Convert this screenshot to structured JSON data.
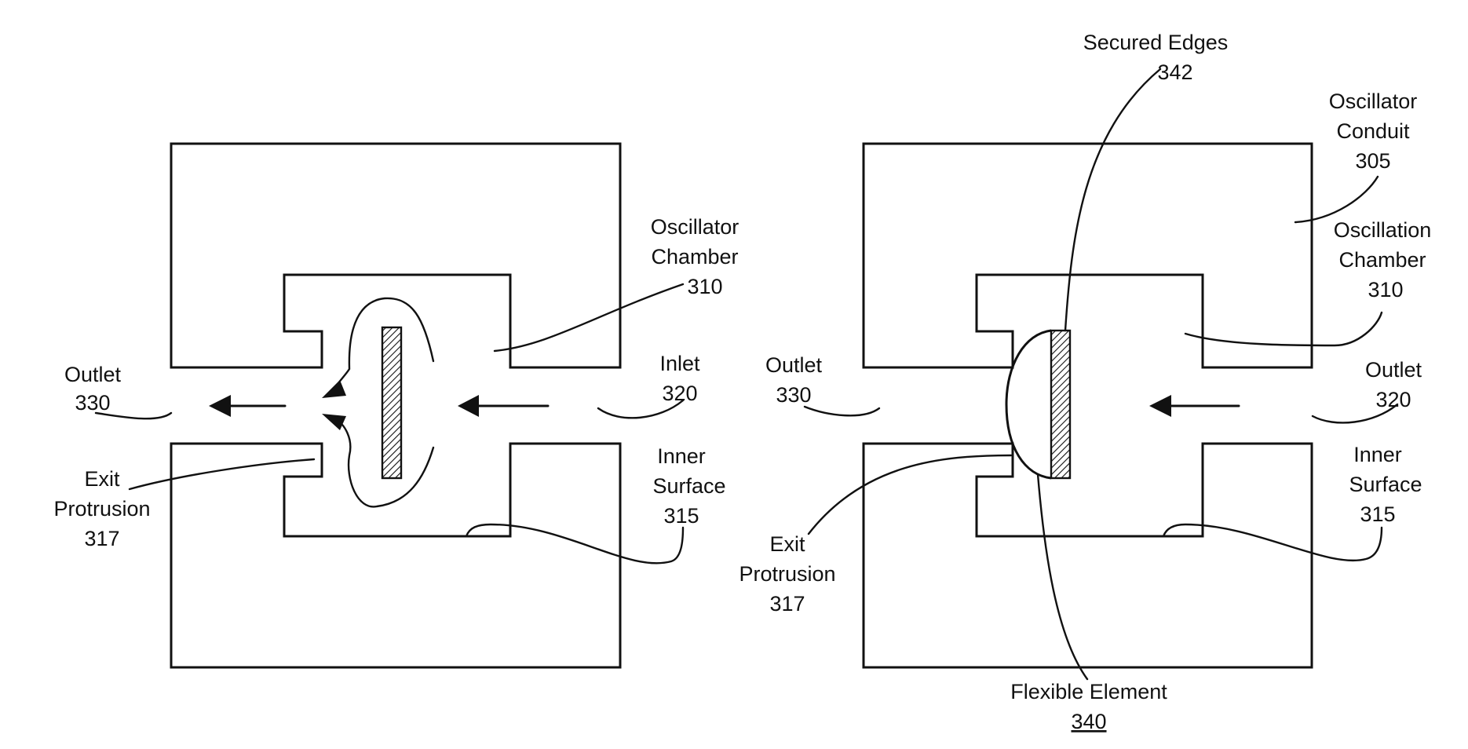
{
  "left_figure": {
    "labels": {
      "outlet": [
        "Outlet",
        "330"
      ],
      "inlet": [
        "Inlet",
        "320"
      ],
      "oscillator_chamber": [
        "Oscillator",
        "Chamber",
        "310"
      ],
      "exit_protrusion": [
        "Exit",
        "Protrusion",
        "317"
      ],
      "inner_surface": [
        "Inner",
        "Surface",
        "315"
      ]
    }
  },
  "right_figure": {
    "labels": {
      "secured_edges": [
        "Secured Edges",
        "342"
      ],
      "oscillator_conduit": [
        "Oscillator",
        "Conduit",
        "305"
      ],
      "oscillation_chamber": [
        "Oscillation",
        "Chamber",
        "310"
      ],
      "outlet_left": [
        "Outlet",
        "330"
      ],
      "outlet_right": [
        "Outlet",
        "320"
      ],
      "inner_surface": [
        "Inner",
        "Surface",
        "315"
      ],
      "exit_protrusion": [
        "Exit",
        "Protrusion",
        "317"
      ],
      "flexible_element": [
        "Flexible Element",
        "340"
      ]
    }
  },
  "colors": {
    "line": "#111111",
    "background": "#ffffff"
  },
  "icons": {
    "flow_arrow": "arrow-left-icon"
  }
}
